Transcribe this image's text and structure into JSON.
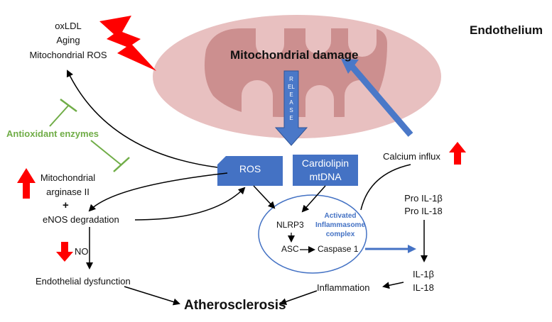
{
  "title": "Endothelium",
  "mitochondria": {
    "label": "Mitochondrial damage",
    "release_text": "RELEASE"
  },
  "stressors": [
    "oxLDL",
    "Aging",
    "Mitochondrial ROS"
  ],
  "antioxidant": "Antioxidant enzymes",
  "arginase": [
    "Mitochondrial",
    "arginase II"
  ],
  "plus": "+",
  "enos": "eNOS degradation",
  "no": "NO",
  "endo_dys": "Endothelial dysfunction",
  "athero": "Atherosclerosis",
  "ros": "ROS",
  "cardiolipin": [
    "Cardiolipin",
    "mtDNA"
  ],
  "calcium": "Calcium influx",
  "inflammasome": {
    "title": [
      "Activated",
      "Inflammasome",
      "complex"
    ],
    "nlrp3": "NLRP3",
    "asc": "ASC",
    "caspase": "Caspase 1"
  },
  "pro_il": [
    "Pro IL-1β",
    "Pro IL-18"
  ],
  "il": [
    "IL-1β",
    "IL-18"
  ],
  "inflammation": "Inflammation",
  "colors": {
    "mito_outer": "#e8c0c0",
    "mito_inner": "#cc8f8f",
    "box_blue": "#4472c4",
    "arrow_blue": "#4a78c8",
    "green": "#70ad47",
    "red": "#ff0000"
  }
}
